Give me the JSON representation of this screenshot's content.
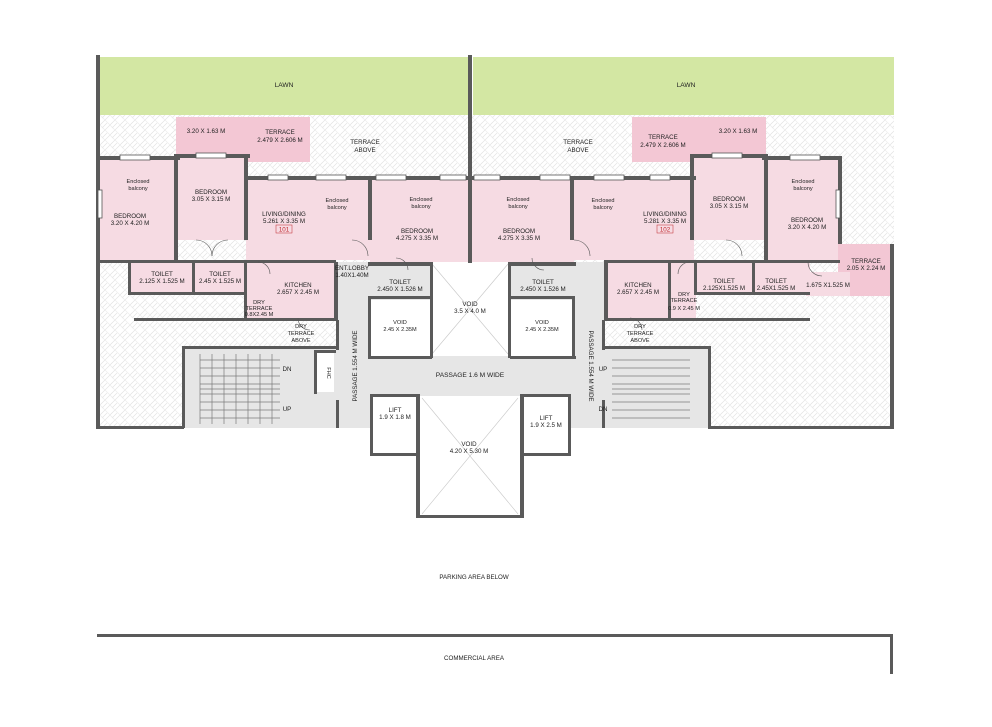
{
  "colors": {
    "lawn": "#d3e7a3",
    "room": "#f6dbe3",
    "terrace": "#f3c7d4",
    "common": "#e6e6e6",
    "wall": "#5a5a5a",
    "unit_no": "#c0272d"
  },
  "lawn": {
    "left": "LAWN",
    "right": "LAWN"
  },
  "flat_101": {
    "terrace_small": "3.20 X 1.63 M",
    "terrace_title": "TERRACE",
    "terrace_dim": "2.479 X 2.606 M",
    "terrace_above_1": "TERRACE",
    "terrace_above_2": "ABOVE",
    "balcony_left_1": "Enclosed",
    "balcony_left_2": "balcony",
    "bedroom1_title": "BEDROOM",
    "bedroom1_dim": "3.20 X 4.20 M",
    "bedroom2_title": "BEDROOM",
    "bedroom2_dim": "3.05 X 3.15 M",
    "living_title": "LIVING/DINING",
    "living_dim": "5.261 X 3.35 M",
    "unit_no": "101",
    "balcony_mid_1": "Enclosed",
    "balcony_mid_2": "balcony",
    "balcony_right_1": "Enclosed",
    "balcony_right_2": "balcony",
    "bedroom3_title": "BEDROOM",
    "bedroom3_dim": "4.275 X 3.35 M",
    "toilet1_title": "TOILET",
    "toilet1_dim": "2.125 X 1.525 M",
    "toilet2_title": "TOILET",
    "toilet2_dim": "2.45 X 1.525 M",
    "kitchen_title": "KITCHEN",
    "kitchen_dim": "2.657 X 2.45 M",
    "dry_title": "DRY",
    "dry_sub": "TERRACE",
    "dry_dim": "0.8X2.45 M",
    "ent_title": "ENT.LOBBY",
    "ent_dim": "1.40X1.40M",
    "toilet3_title": "TOILET",
    "toilet3_dim": "2.450 X 1.526 M",
    "dry_above_1": "DRY",
    "dry_above_2": "TERRACE",
    "dry_above_3": "ABOVE"
  },
  "flat_102": {
    "terrace_small": "3.20 X 1.63 M",
    "terrace_title": "TERRACE",
    "terrace_dim": "2.479 X 2.606 M",
    "terrace_above_1": "TERRACE",
    "terrace_above_2": "ABOVE",
    "balcony_a_1": "Enclosed",
    "balcony_a_2": "balcony",
    "balcony_b_1": "Enclosed",
    "balcony_b_2": "balcony",
    "balcony_c_1": "Enclosed",
    "balcony_c_2": "balcony",
    "bedroom3_title": "BEDROOM",
    "bedroom3_dim": "4.275 X 3.35 M",
    "living_title": "LIVING/DINING",
    "living_dim": "5.281 X 3.35 M",
    "unit_no": "102",
    "bedroom2_title": "BEDROOM",
    "bedroom2_dim": "3.05 X 3.15 M",
    "bedroom1_title": "BEDROOM",
    "bedroom1_dim": "3.20 X 4.20 M",
    "terrace_side_title": "TERRACE",
    "terrace_side_dim": "2.05 X 2.24 M",
    "toilet3_title": "TOILET",
    "toilet3_dim": "2.450 X 1.526 M",
    "kitchen_title": "KITCHEN",
    "kitchen_dim": "2.657 X 2.45 M",
    "dry_title": "DRY",
    "dry_sub": "TERRACE",
    "dry_dim": "0.9 X 2.45 M",
    "toilet2_title": "TOILET",
    "toilet2_dim": "2.125X1.525 M",
    "toilet1_title": "TOILET",
    "toilet1_dim": "2.45X1.525 M",
    "toilet_extra_dim": "1.675 X1.525 M",
    "dry_above_1": "DRY",
    "dry_above_2": "TERRACE",
    "dry_above_3": "ABOVE"
  },
  "core": {
    "void_top_title": "VOID",
    "void_top_dim": "3.5 X 4.0 M",
    "void_left_title": "VOID",
    "void_left_dim": "2.45 X 2.35M",
    "void_right_title": "VOID",
    "void_right_dim": "2.45 X 2.35M",
    "passage": "PASSAGE 1.6 M WIDE",
    "passage_left": "PASSAGE 1.554 M WIDE",
    "passage_right": "PASSAGE 1.554 M WIDE",
    "lift_left_title": "LIFT",
    "lift_left_dim": "1.9 X 1.8 M",
    "lift_right_title": "LIFT",
    "lift_right_dim": "1.9 X 2.5 M",
    "void_bottom_title": "VOID",
    "void_bottom_dim": "4.20 X 5.30 M",
    "fhc": "FHC",
    "dn_left": "DN",
    "up_left": "UP",
    "up_right": "UP",
    "dn_right": "DN"
  },
  "footer": {
    "parking": "PARKING AREA BELOW",
    "commercial": "COMMERCIAL AREA"
  }
}
